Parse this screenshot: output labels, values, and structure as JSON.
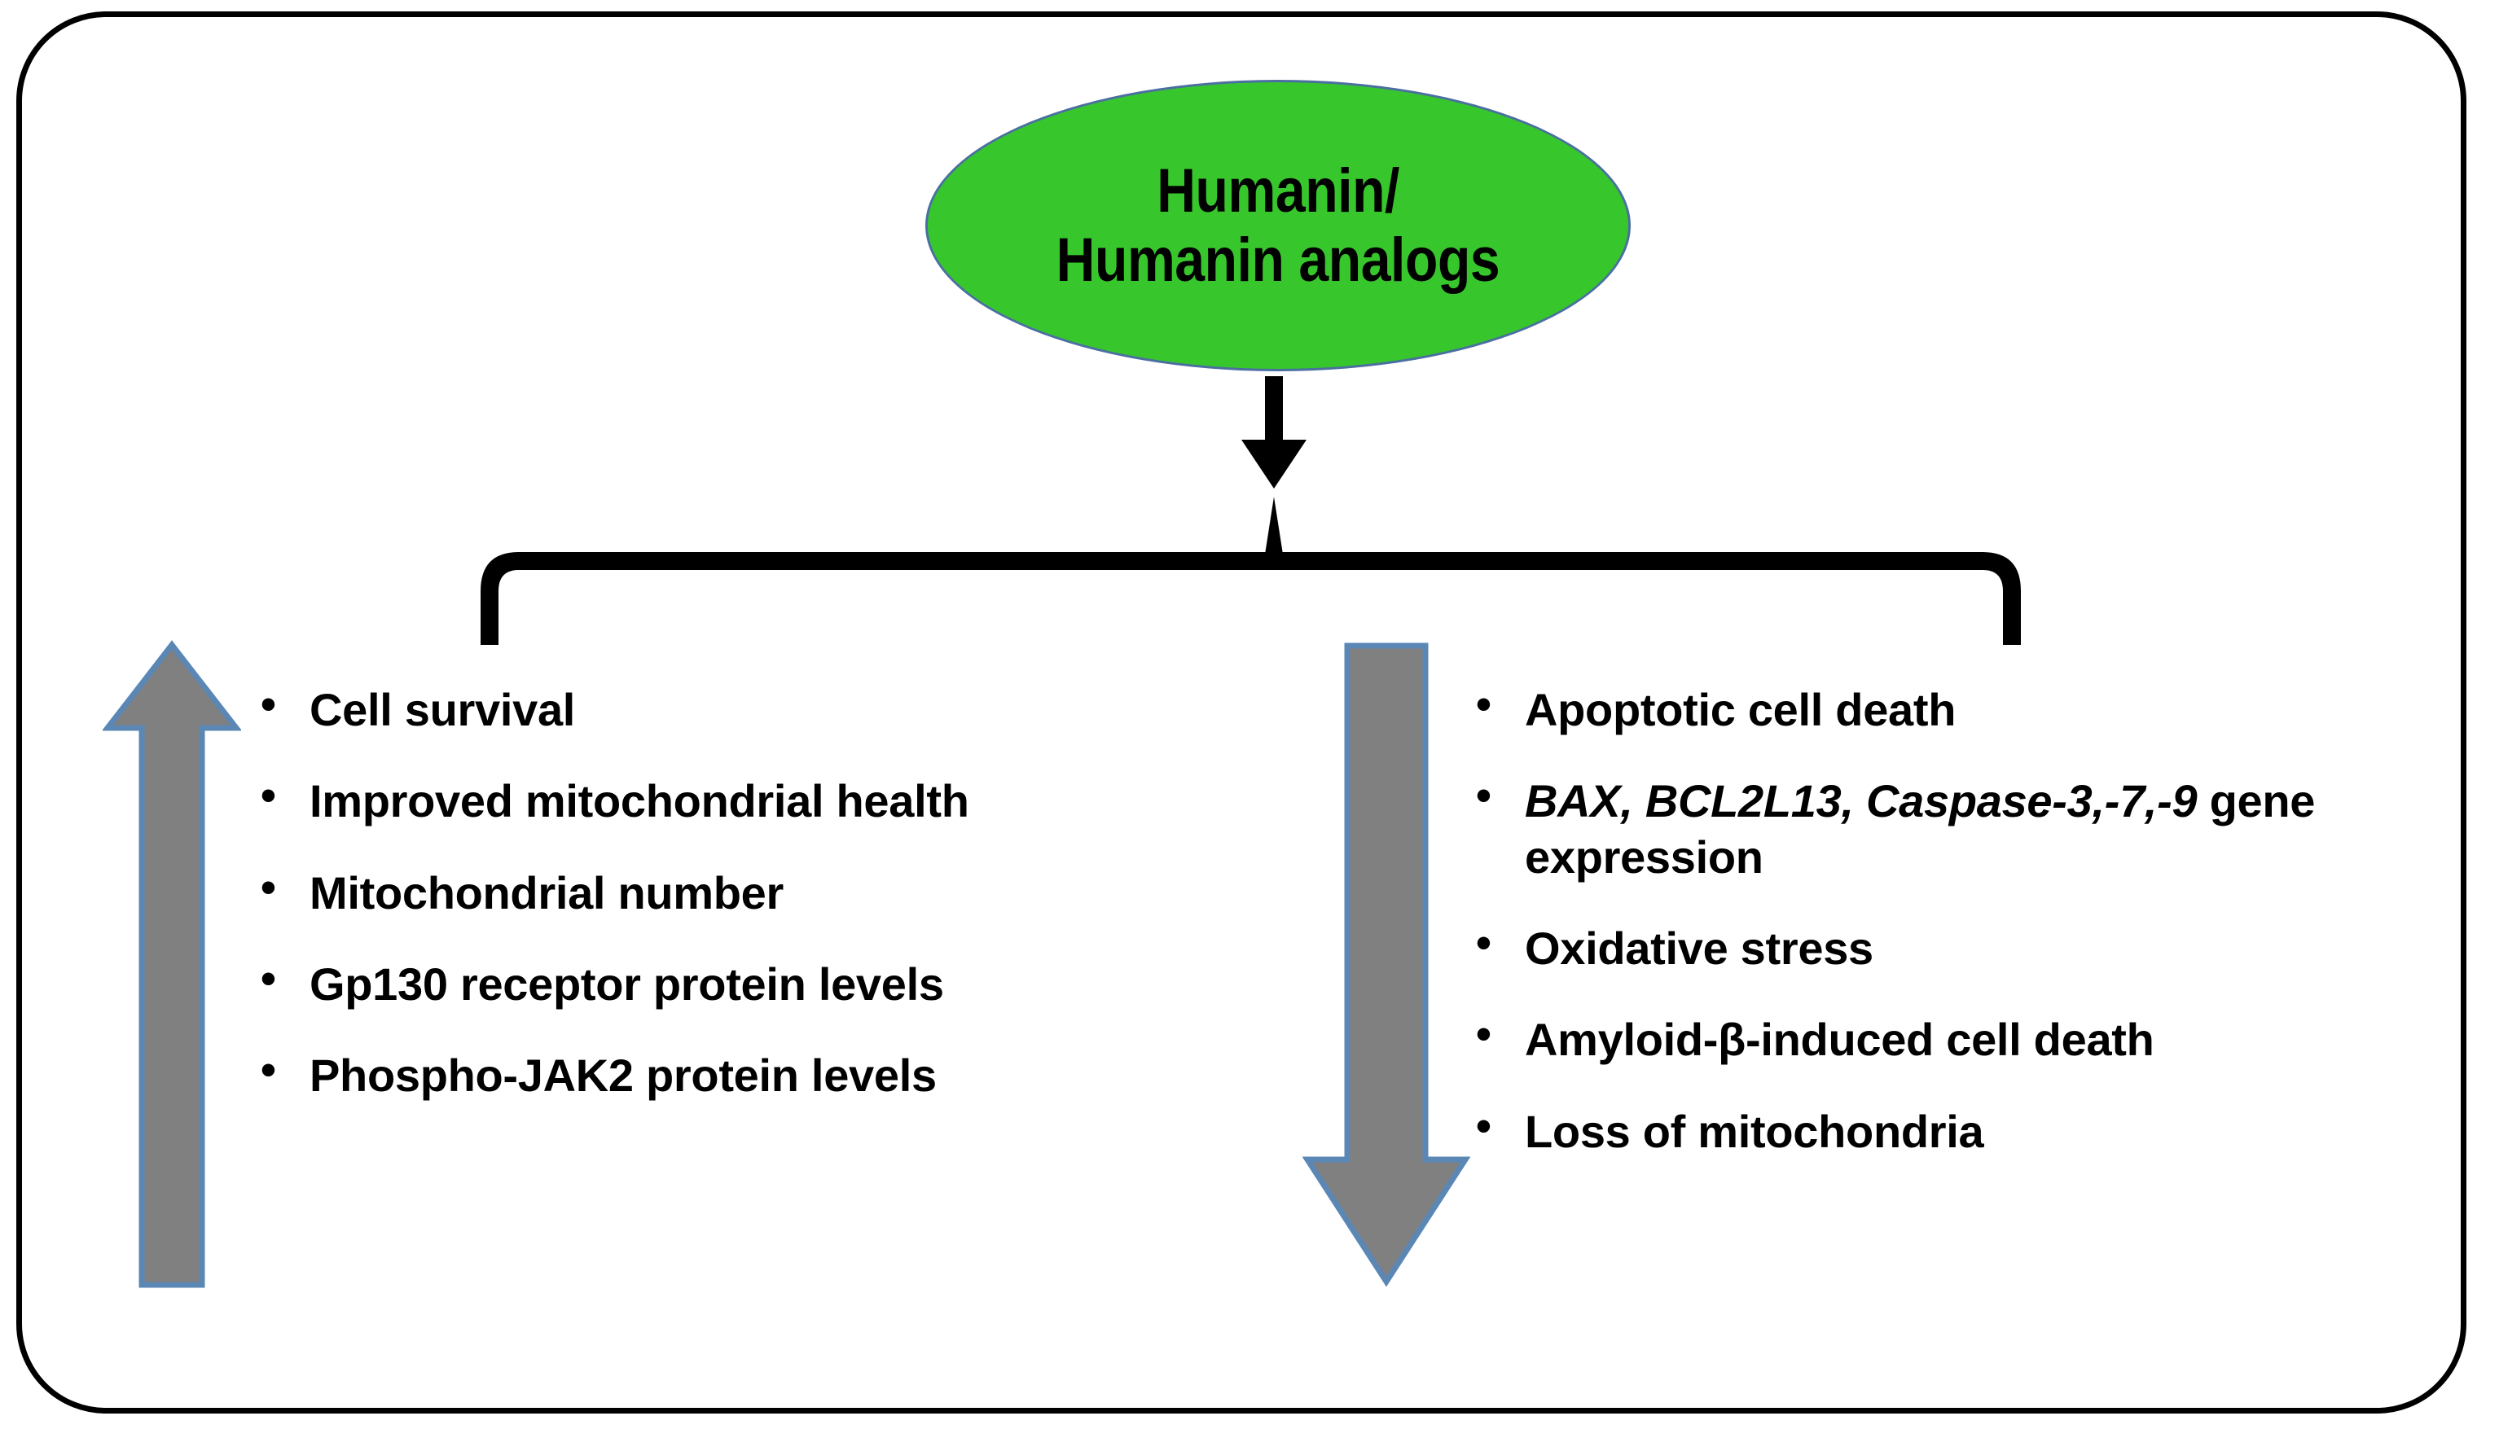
{
  "figure": {
    "title_node": {
      "line1": "Humanin/",
      "line2": "Humanin analogs",
      "shape": "ellipse",
      "fill_color": "#37C72C",
      "outline_color": "#4a6fa0",
      "text_color": "#000000"
    },
    "connector": {
      "arrow_icon": "down-arrow-icon",
      "brace_icon": "curly-brace-icon",
      "stroke_color": "#000000"
    },
    "frame": {
      "border_color": "#000000",
      "background_color": "#ffffff"
    },
    "bullet_marker": "•"
  },
  "increase_branch": {
    "arrow": {
      "direction": "up",
      "icon": "up-block-arrow-icon",
      "fill_color": "#808080",
      "outline_color": "#5b87b5",
      "meaning": "increase"
    },
    "items": [
      {
        "text": "Cell survival"
      },
      {
        "text": "Improved mitochondrial health"
      },
      {
        "text": "Mitochondrial number"
      },
      {
        "text": "Gp130 receptor protein levels"
      },
      {
        "text": "Phospho-JAK2 protein levels"
      }
    ]
  },
  "decrease_branch": {
    "arrow": {
      "direction": "down",
      "icon": "down-block-arrow-icon",
      "fill_color": "#808080",
      "outline_color": "#5b87b5",
      "meaning": "decrease"
    },
    "items": [
      {
        "text": "Apoptotic cell death"
      },
      {
        "italic": "BAX, BCL2L13, Caspase-3,-7,-9",
        "text": " gene expression"
      },
      {
        "text": "Oxidative stress"
      },
      {
        "text": "Amyloid-β-induced cell death"
      },
      {
        "text": "Loss of mitochondria"
      }
    ]
  }
}
